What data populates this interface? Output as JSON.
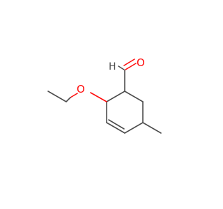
{
  "molecule": {
    "atoms": {
      "aldehyde_h": "H",
      "aldehyde_o": "O",
      "ether_o": "O"
    },
    "colors": {
      "carbon_bond": "#4d4d4d",
      "oxygen": "#ff0d0d",
      "background": "#ffffff"
    }
  }
}
